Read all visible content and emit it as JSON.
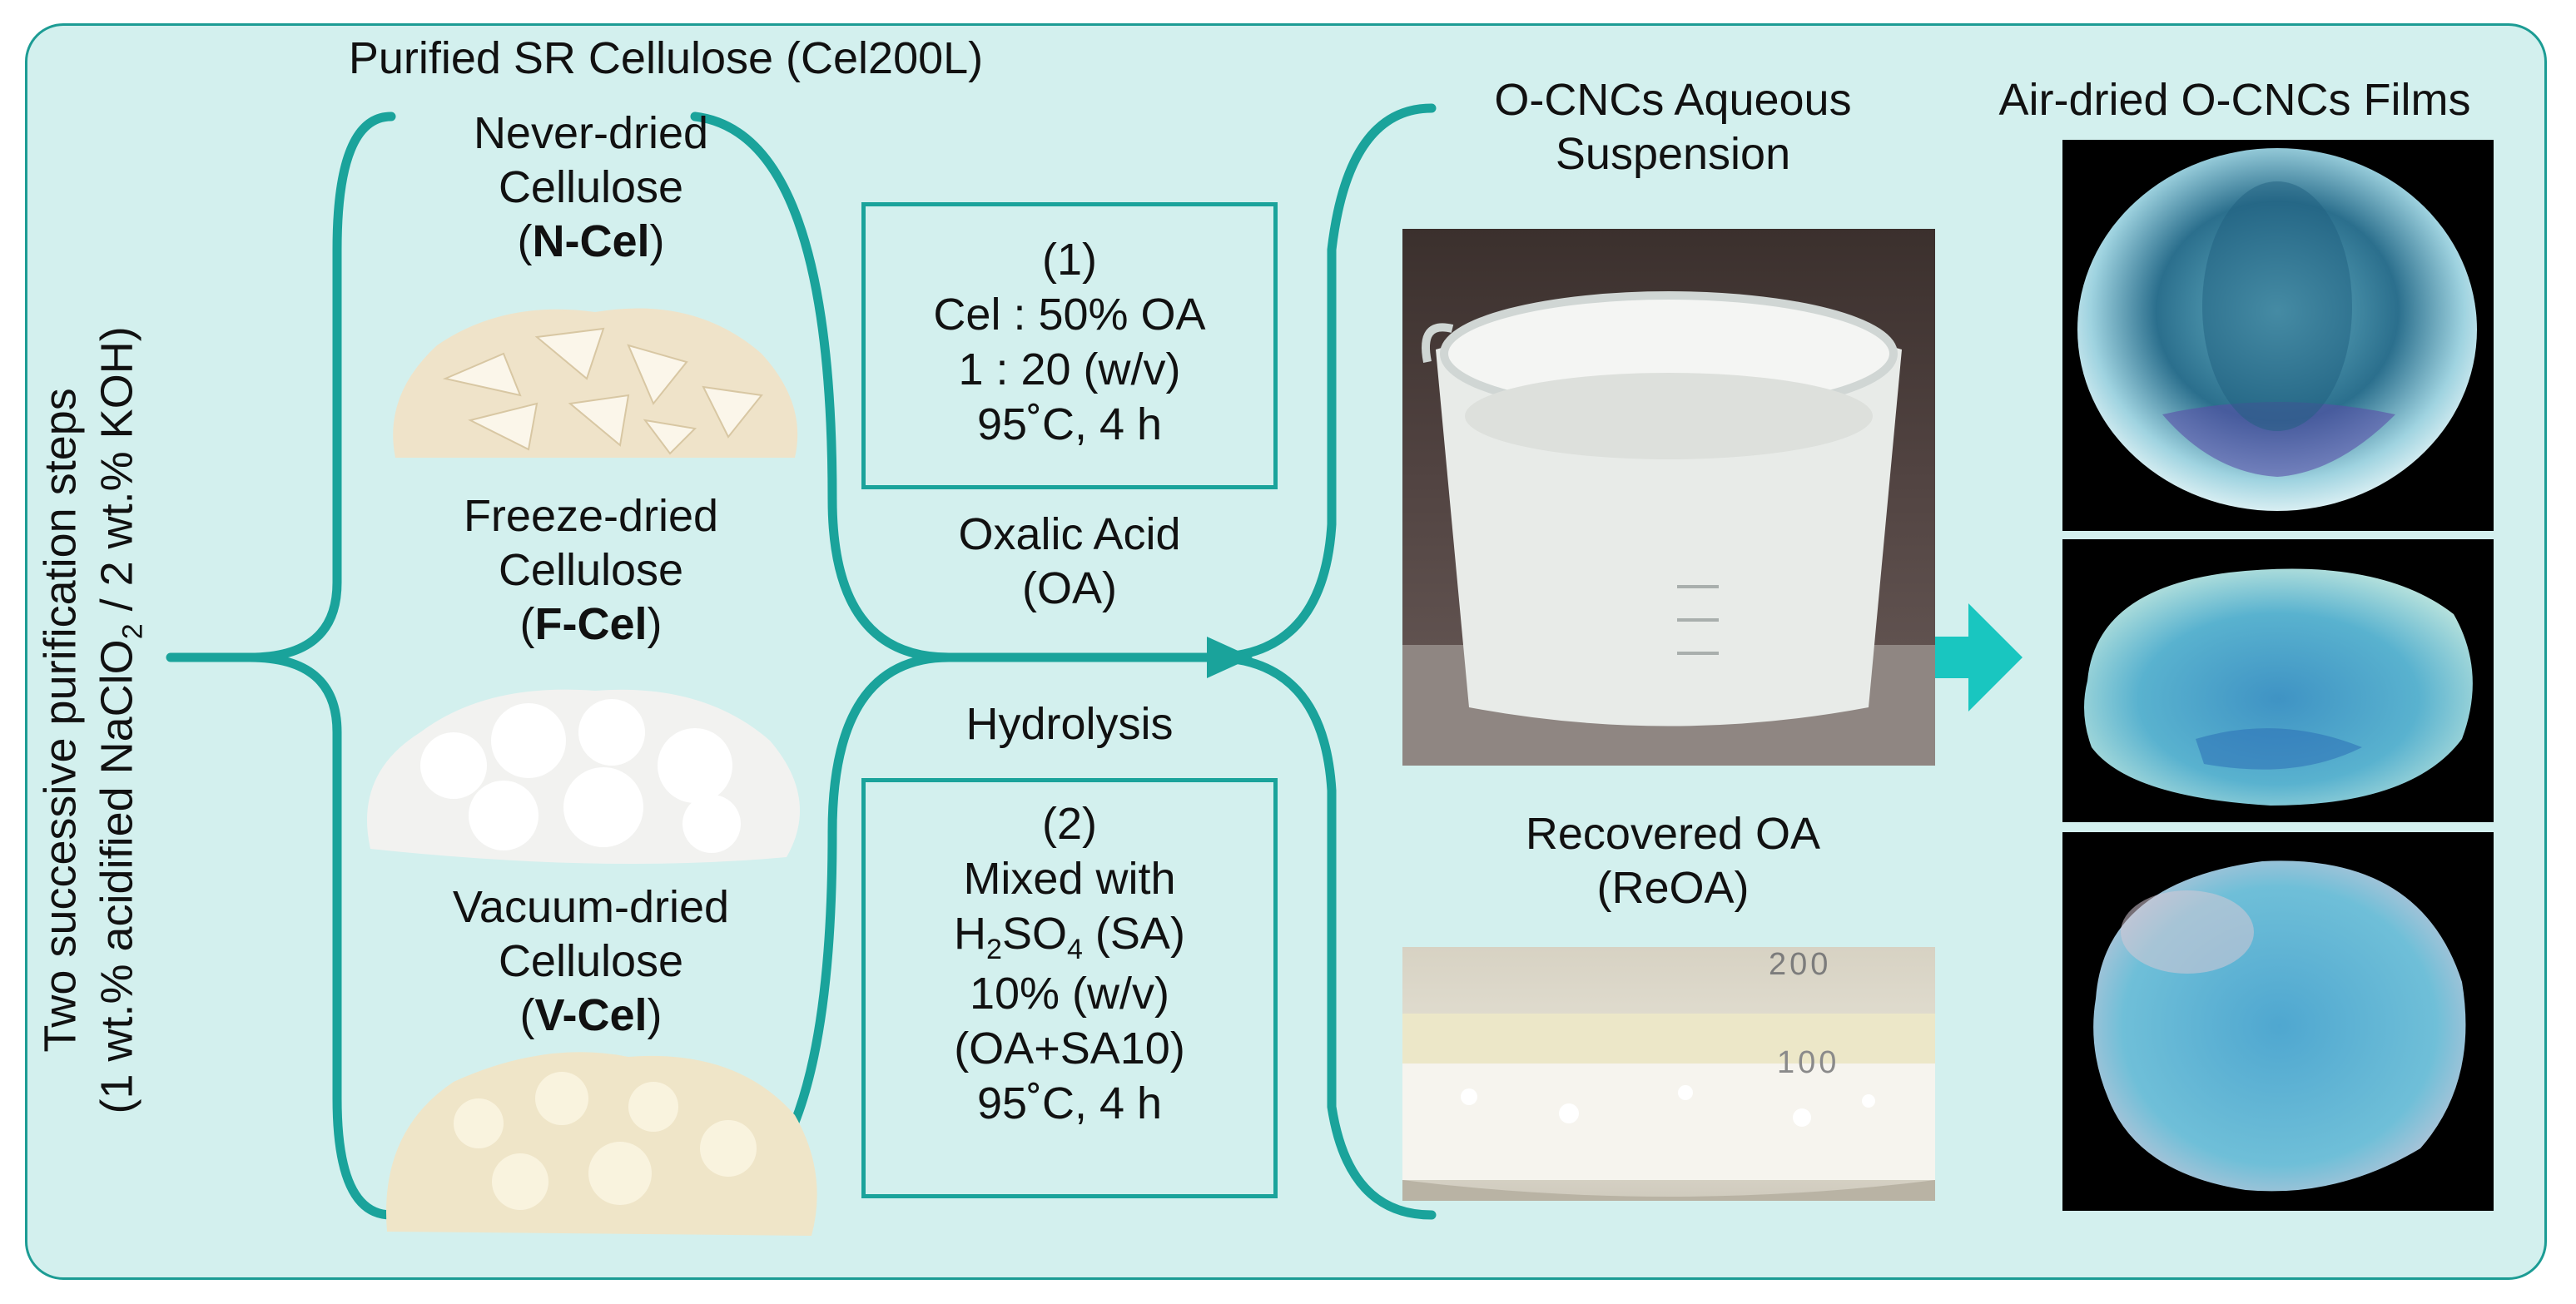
{
  "left_label": {
    "line1": "Two successive purification steps",
    "line2_a": "(1 wt.% acidified NaClO",
    "line2_sub": "2",
    "line2_b": " / 2 wt.% KOH)"
  },
  "header": "Purified SR Cellulose (Cel200L)",
  "celluloses": [
    {
      "l1": "Never-dried",
      "l2": "Cellulose",
      "paren_open": "(",
      "code": "N-Cel",
      "paren_close": ")"
    },
    {
      "l1": "Freeze-dried",
      "l2": "Cellulose",
      "paren_open": "(",
      "code": "F-Cel",
      "paren_close": ")"
    },
    {
      "l1": "Vacuum-dried",
      "l2": "Cellulose",
      "paren_open": "(",
      "code": "V-Cel",
      "paren_close": ")"
    }
  ],
  "condition1": {
    "num": "(1)",
    "l2": "Cel : 50% OA",
    "l3": "1 : 20 (w/v)",
    "l4": "95˚C, 4 h"
  },
  "oxalic": {
    "l1": "Oxalic Acid",
    "l2": "(OA)"
  },
  "hydrolysis": "Hydrolysis",
  "condition2": {
    "num": "(2)",
    "l2": "Mixed with",
    "l3_a": "H",
    "l3_sub1": "2",
    "l3_b": "SO",
    "l3_sub2": "4",
    "l3_c": " (SA)",
    "l4": "10% (w/v)",
    "l5": "(OA+SA10)",
    "l6": "95˚C, 4 h"
  },
  "suspension": {
    "l1": "O-CNCs Aqueous",
    "l2": "Suspension"
  },
  "recovered": {
    "l1": "Recovered OA",
    "l2": "(ReOA)"
  },
  "beaker_marks": {
    "top": "200",
    "bottom": "100"
  },
  "films_title": "Air-dried O-CNCs Films",
  "colors": {
    "teal": "#1aa39b",
    "panel": "#d3f0ee",
    "arrow": "#19c6c0"
  }
}
